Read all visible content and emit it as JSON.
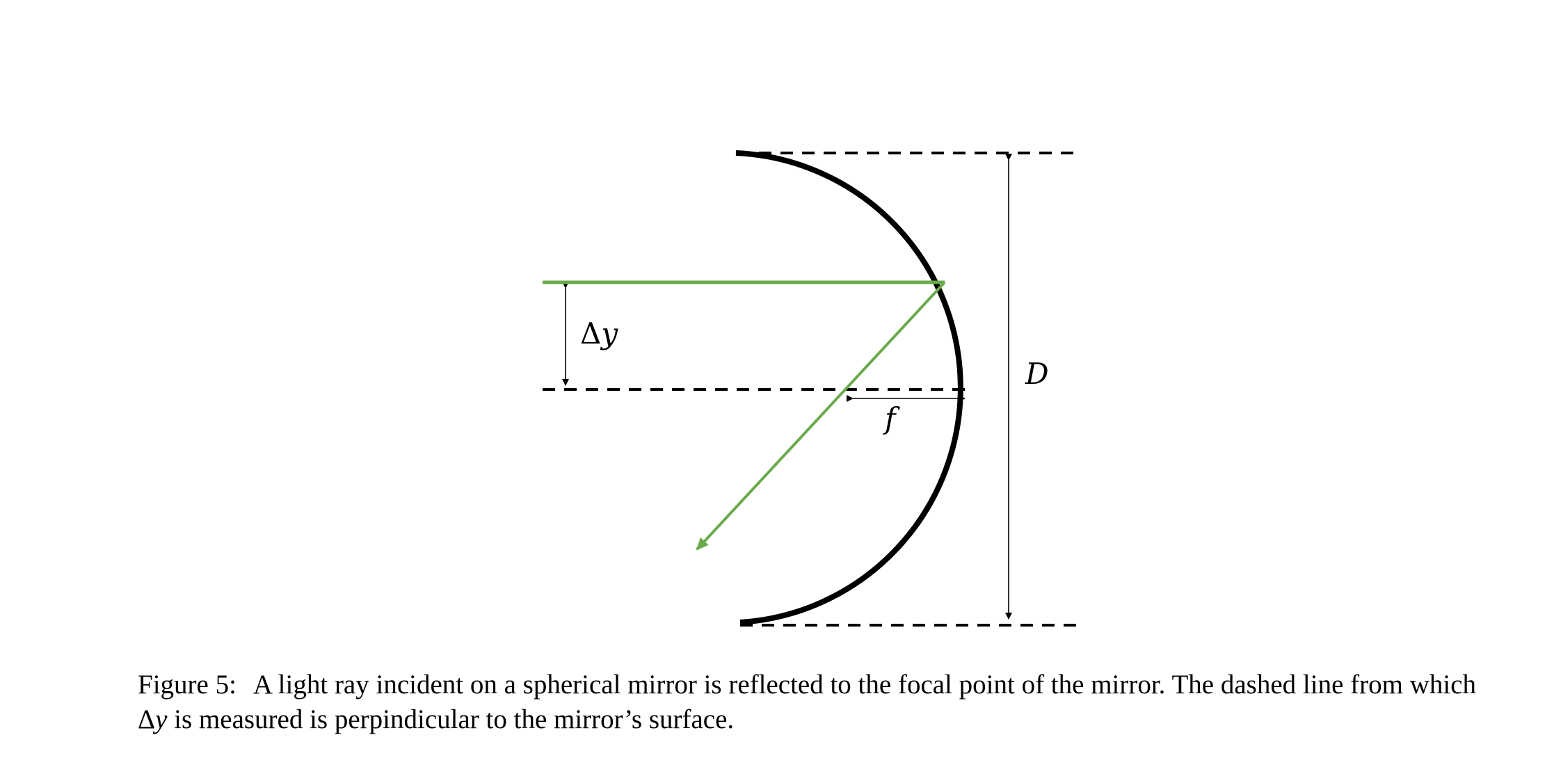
{
  "labels": {
    "delta_symbol": "Δ",
    "delta_var": "y",
    "focal": "f",
    "diameter": "D"
  },
  "colors": {
    "ray": "#6aaa4b",
    "mirror": "#000000",
    "guides": "#000000"
  },
  "caption": {
    "label": "Figure 5:",
    "text_part1": "A light ray incident on a spherical mirror is reflected to the focal point of the mirror. The dashed line from which ",
    "delta_symbol": "Δ",
    "delta_var": "y",
    "text_part2": " is measured is perpindicular to the mirror’s surface."
  }
}
